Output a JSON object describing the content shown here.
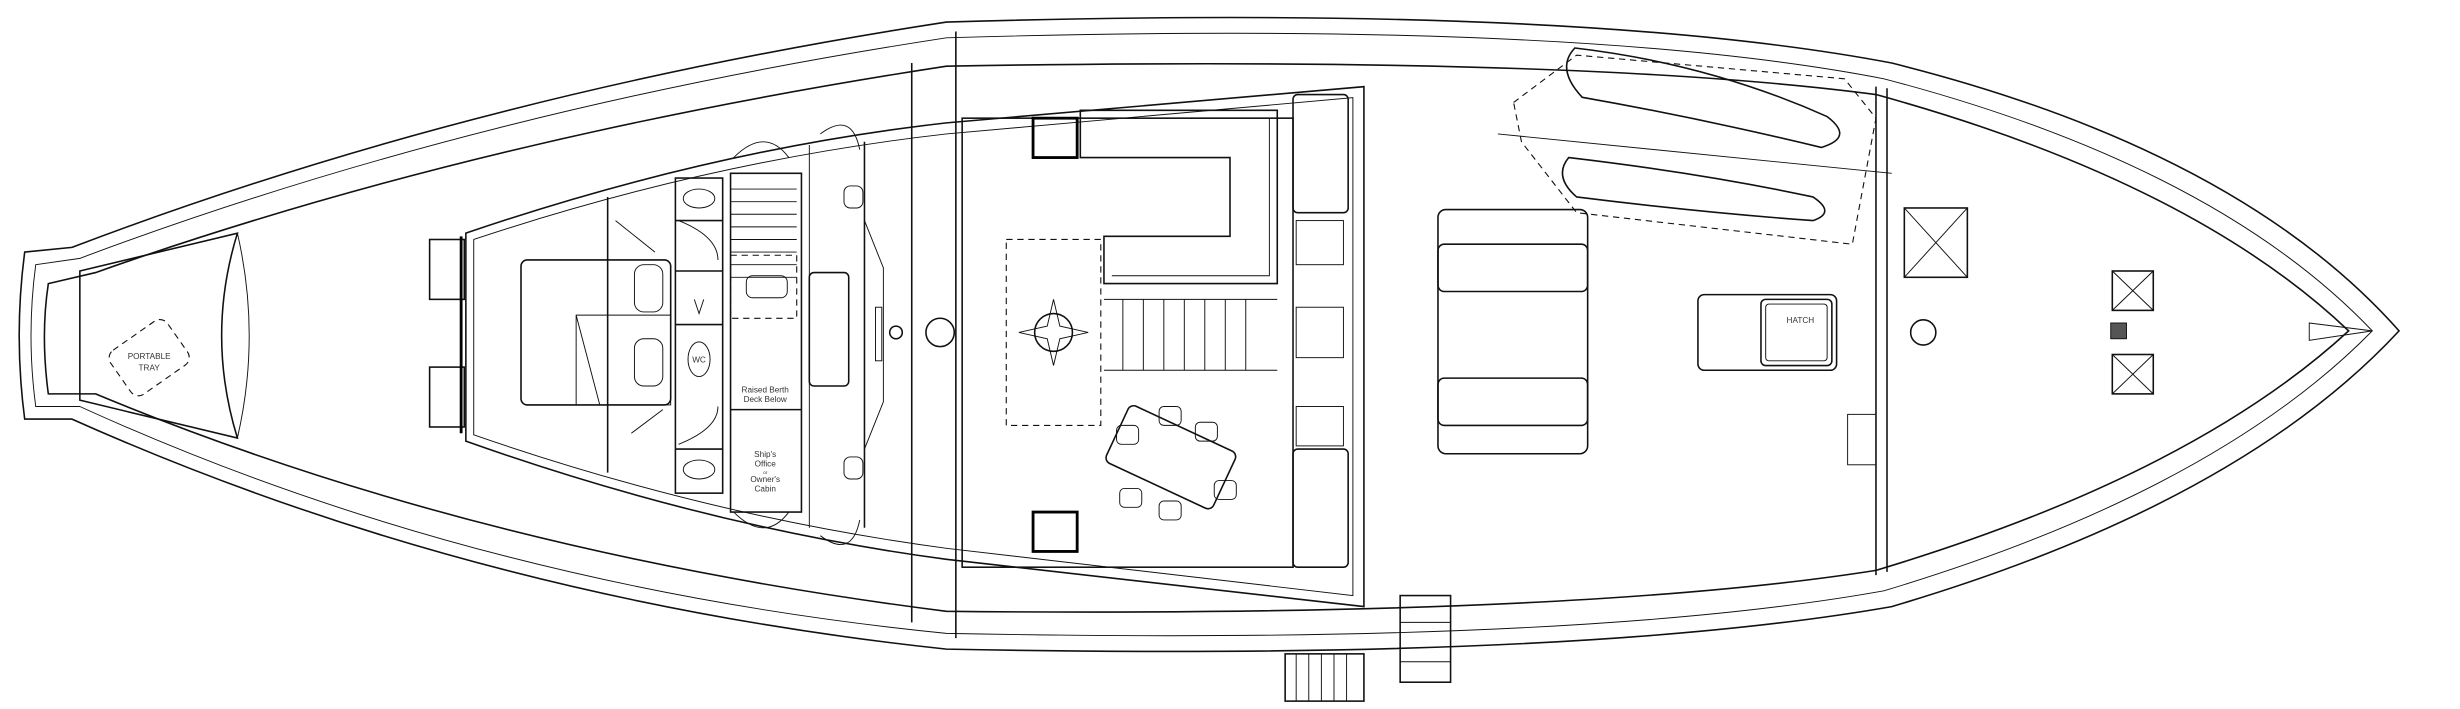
{
  "labels": {
    "portable_tray": [
      "PORTABLE",
      "TRAY"
    ],
    "wc": "WC",
    "raised_berth": [
      "Raised Berth",
      "Deck Below"
    ],
    "office": [
      "Ship's",
      "Office",
      "or",
      "Owner's",
      "Cabin"
    ],
    "hatch": "HATCH"
  },
  "colors": {
    "line": "#111111",
    "background": "#ffffff",
    "marker": "#555555"
  }
}
